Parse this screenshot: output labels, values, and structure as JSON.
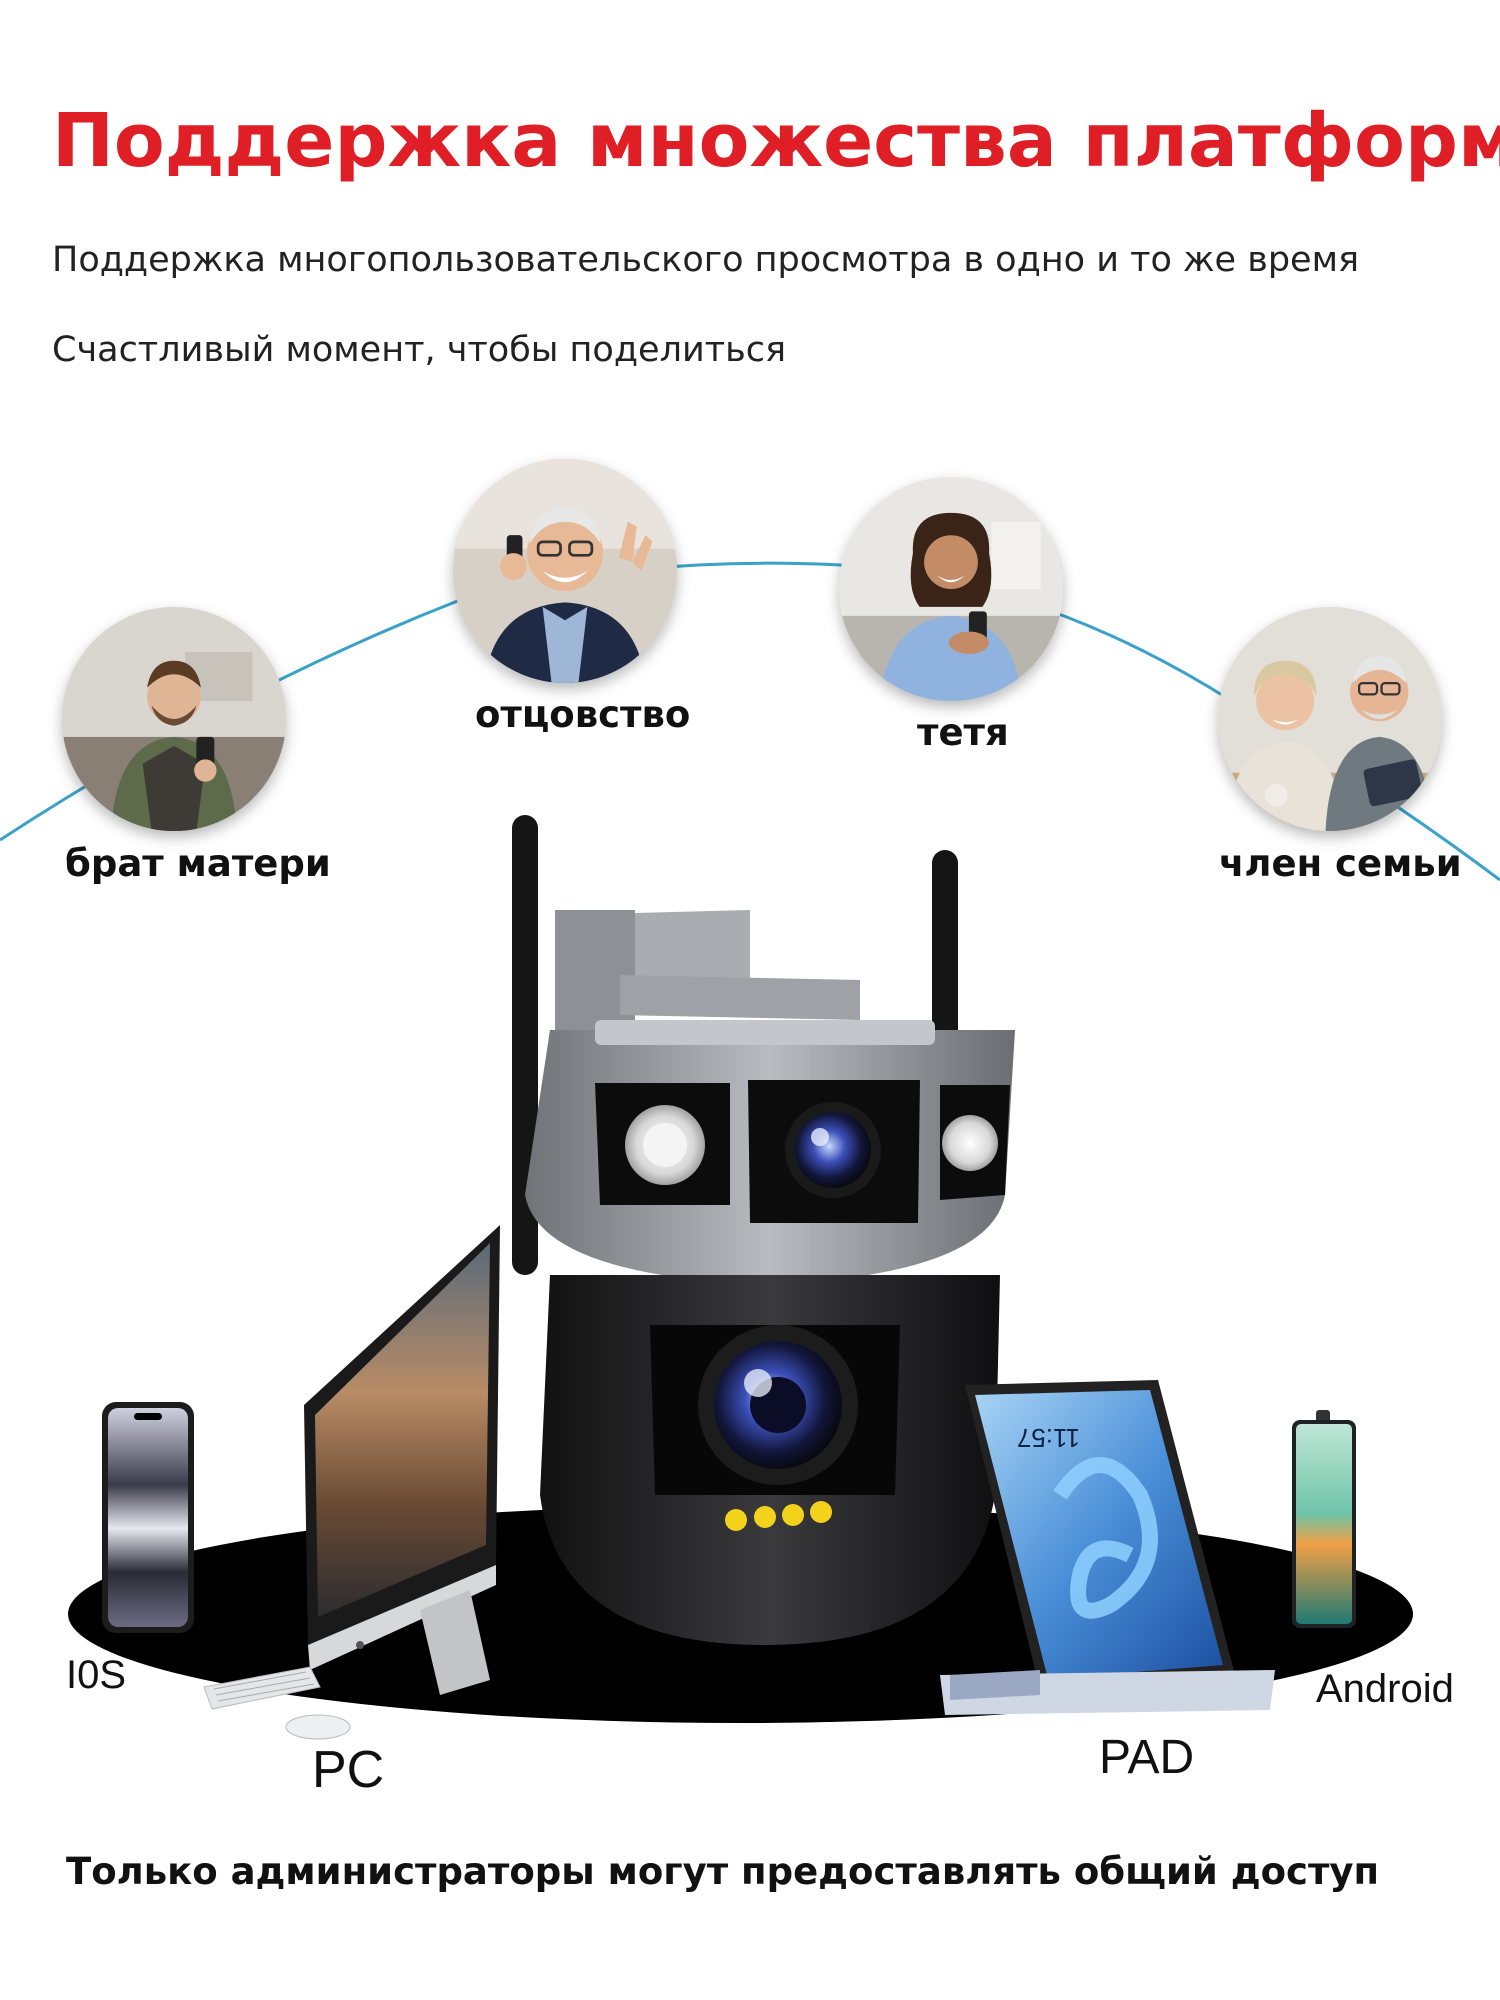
{
  "header": {
    "title": "Поддержка множества платформ",
    "subtitle_line1": "Поддержка многопользовательского просмотра в одно и то же время",
    "subtitle_line2": "Счастливый момент, чтобы поделиться"
  },
  "family": [
    {
      "label": "брат матери",
      "icon": "young-man-with-phone-photo"
    },
    {
      "label": "отцовство",
      "icon": "elderly-man-on-phone-photo"
    },
    {
      "label": "тетя",
      "icon": "woman-with-phone-photo"
    },
    {
      "label": "член семьи",
      "icon": "elderly-couple-with-tablet-photo"
    }
  ],
  "platforms": {
    "ios": "I0S",
    "pc": "PC",
    "pad": "PAD",
    "android": "Android"
  },
  "tablet_clock": "11:57",
  "footer": {
    "note": "Только администраторы могут предоставлять общий доступ"
  },
  "colors": {
    "title_red": "#e01e25",
    "arc_blue": "#3aa2c8",
    "text_dark": "#111111"
  }
}
